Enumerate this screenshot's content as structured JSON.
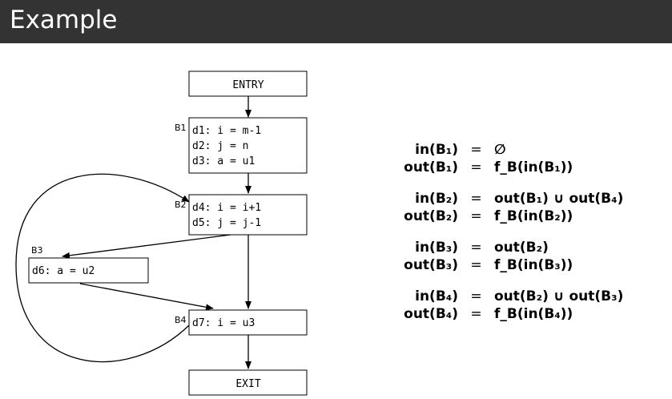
{
  "slide": {
    "title": "Example"
  },
  "nodes": {
    "entry": {
      "lines": [
        "ENTRY"
      ]
    },
    "b1": {
      "label": "B1",
      "lines": [
        "d1: i = m-1",
        "d2: j = n",
        "d3: a = u1"
      ]
    },
    "b2": {
      "label": "B2",
      "lines": [
        "d4: i = i+1",
        "d5: j = j-1"
      ]
    },
    "b3": {
      "label": "B3",
      "lines": [
        "d6: a = u2"
      ]
    },
    "b4": {
      "label": "B4",
      "lines": [
        "d7: i = u3"
      ]
    },
    "exit": {
      "lines": [
        "EXIT"
      ]
    }
  },
  "edges": [
    [
      "entry",
      "b1"
    ],
    [
      "b1",
      "b2"
    ],
    [
      "b2",
      "b3"
    ],
    [
      "b2",
      "b4"
    ],
    [
      "b3",
      "b4"
    ],
    [
      "b4",
      "exit"
    ],
    [
      "b4",
      "b2"
    ]
  ],
  "equations": [
    {
      "lhs": "in(B₁)",
      "op": "=",
      "rhs": "∅"
    },
    {
      "lhs": "out(B₁)",
      "op": "=",
      "rhs": "f_B(in(B₁))"
    },
    {
      "lhs": "in(B₂)",
      "op": "=",
      "rhs": "out(B₁) ∪ out(B₄)"
    },
    {
      "lhs": "out(B₂)",
      "op": "=",
      "rhs": "f_B(in(B₂))"
    },
    {
      "lhs": "in(B₃)",
      "op": "=",
      "rhs": "out(B₂)"
    },
    {
      "lhs": "out(B₃)",
      "op": "=",
      "rhs": "f_B(in(B₃))"
    },
    {
      "lhs": "in(B₄)",
      "op": "=",
      "rhs": "out(B₂) ∪ out(B₃)"
    },
    {
      "lhs": "out(B₄)",
      "op": "=",
      "rhs": "f_B(in(B₄))"
    }
  ]
}
